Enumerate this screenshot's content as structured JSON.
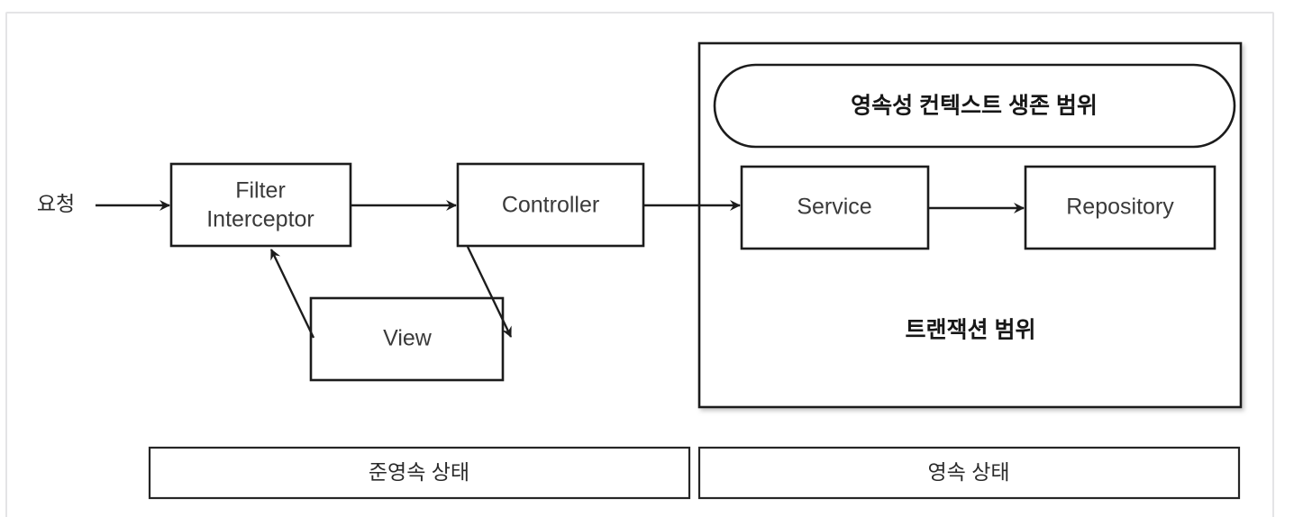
{
  "diagram": {
    "title_present": false,
    "background_color": "#ffffff",
    "frame_color": "#e4e4e6",
    "stroke_color": "#1c1c1c",
    "nodes": {
      "request": {
        "label": "요청"
      },
      "filter_interceptor": {
        "line1": "Filter",
        "line2": "Interceptor"
      },
      "controller": {
        "label": "Controller"
      },
      "view": {
        "label": "View"
      },
      "service": {
        "label": "Service"
      },
      "repository": {
        "label": "Repository"
      },
      "persistence_scope": {
        "label": "영속성 컨텍스트 생존 범위"
      },
      "transaction_scope": {
        "label": "트랜잭션 범위"
      }
    },
    "state_bars": [
      {
        "label": "준영속 상태"
      },
      {
        "label": "영속 상태"
      }
    ]
  }
}
